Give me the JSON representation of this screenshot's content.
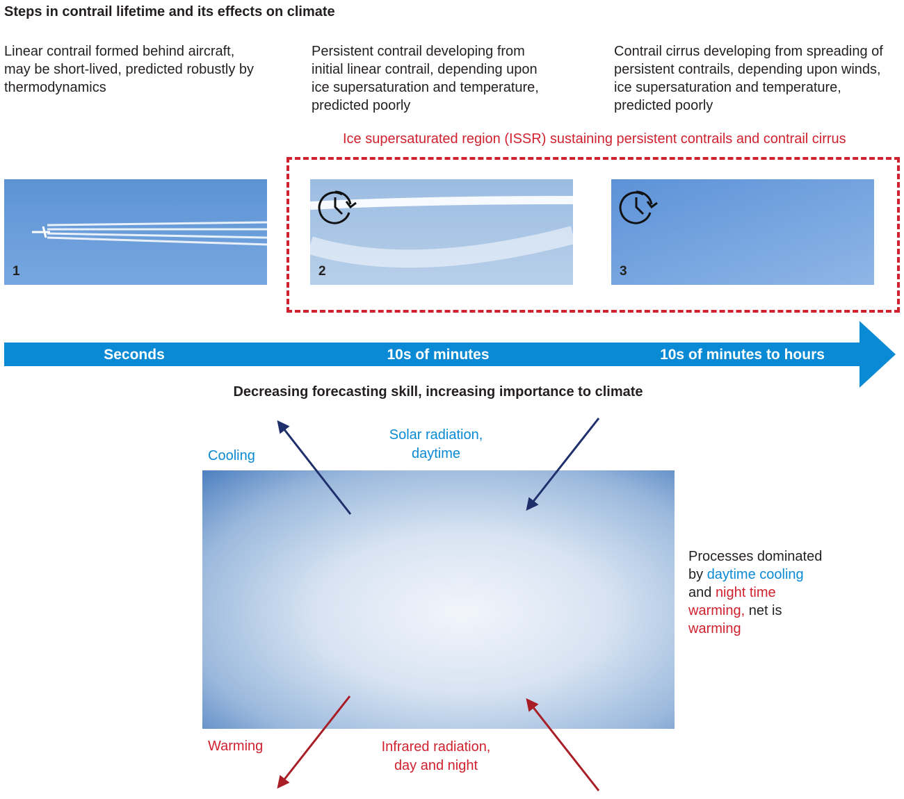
{
  "title": "Steps in contrail lifetime and its effects on climate",
  "stages": [
    {
      "desc": "Linear contrail formed behind aircraft, may be short-lived, predicted robustly by thermodynamics",
      "number": "1"
    },
    {
      "desc": "Persistent contrail developing from initial linear contrail, depending upon ice supersaturation and temperature, predicted poorly",
      "number": "2"
    },
    {
      "desc": "Contrail cirrus developing from spreading of persistent contrails, depending upon winds, ice supersaturation and temperature, predicted poorly",
      "number": "3"
    }
  ],
  "issr_label": "Ice supersaturated region (ISSR) sustaining persistent contrails and contrail cirrus",
  "timeline": [
    "Seconds",
    "10s of minutes",
    "10s of minutes to hours"
  ],
  "trend": "Decreasing forecasting skill, increasing importance to climate",
  "cooling": "Cooling",
  "solar": [
    "Solar radiation,",
    "daytime"
  ],
  "warming": "Warming",
  "infrared": [
    "Infrared radiation,",
    "day and night"
  ],
  "summary": {
    "p1": "Processes dominated",
    "p2": "by ",
    "p3": "daytime cooling",
    "p4": "and ",
    "p5": "night time",
    "p6": "warming,",
    "p7": " net is",
    "p8": "warming"
  },
  "colors": {
    "blue": "#0a8ad4",
    "red": "#d0212e",
    "navy": "#1f2f6b"
  }
}
